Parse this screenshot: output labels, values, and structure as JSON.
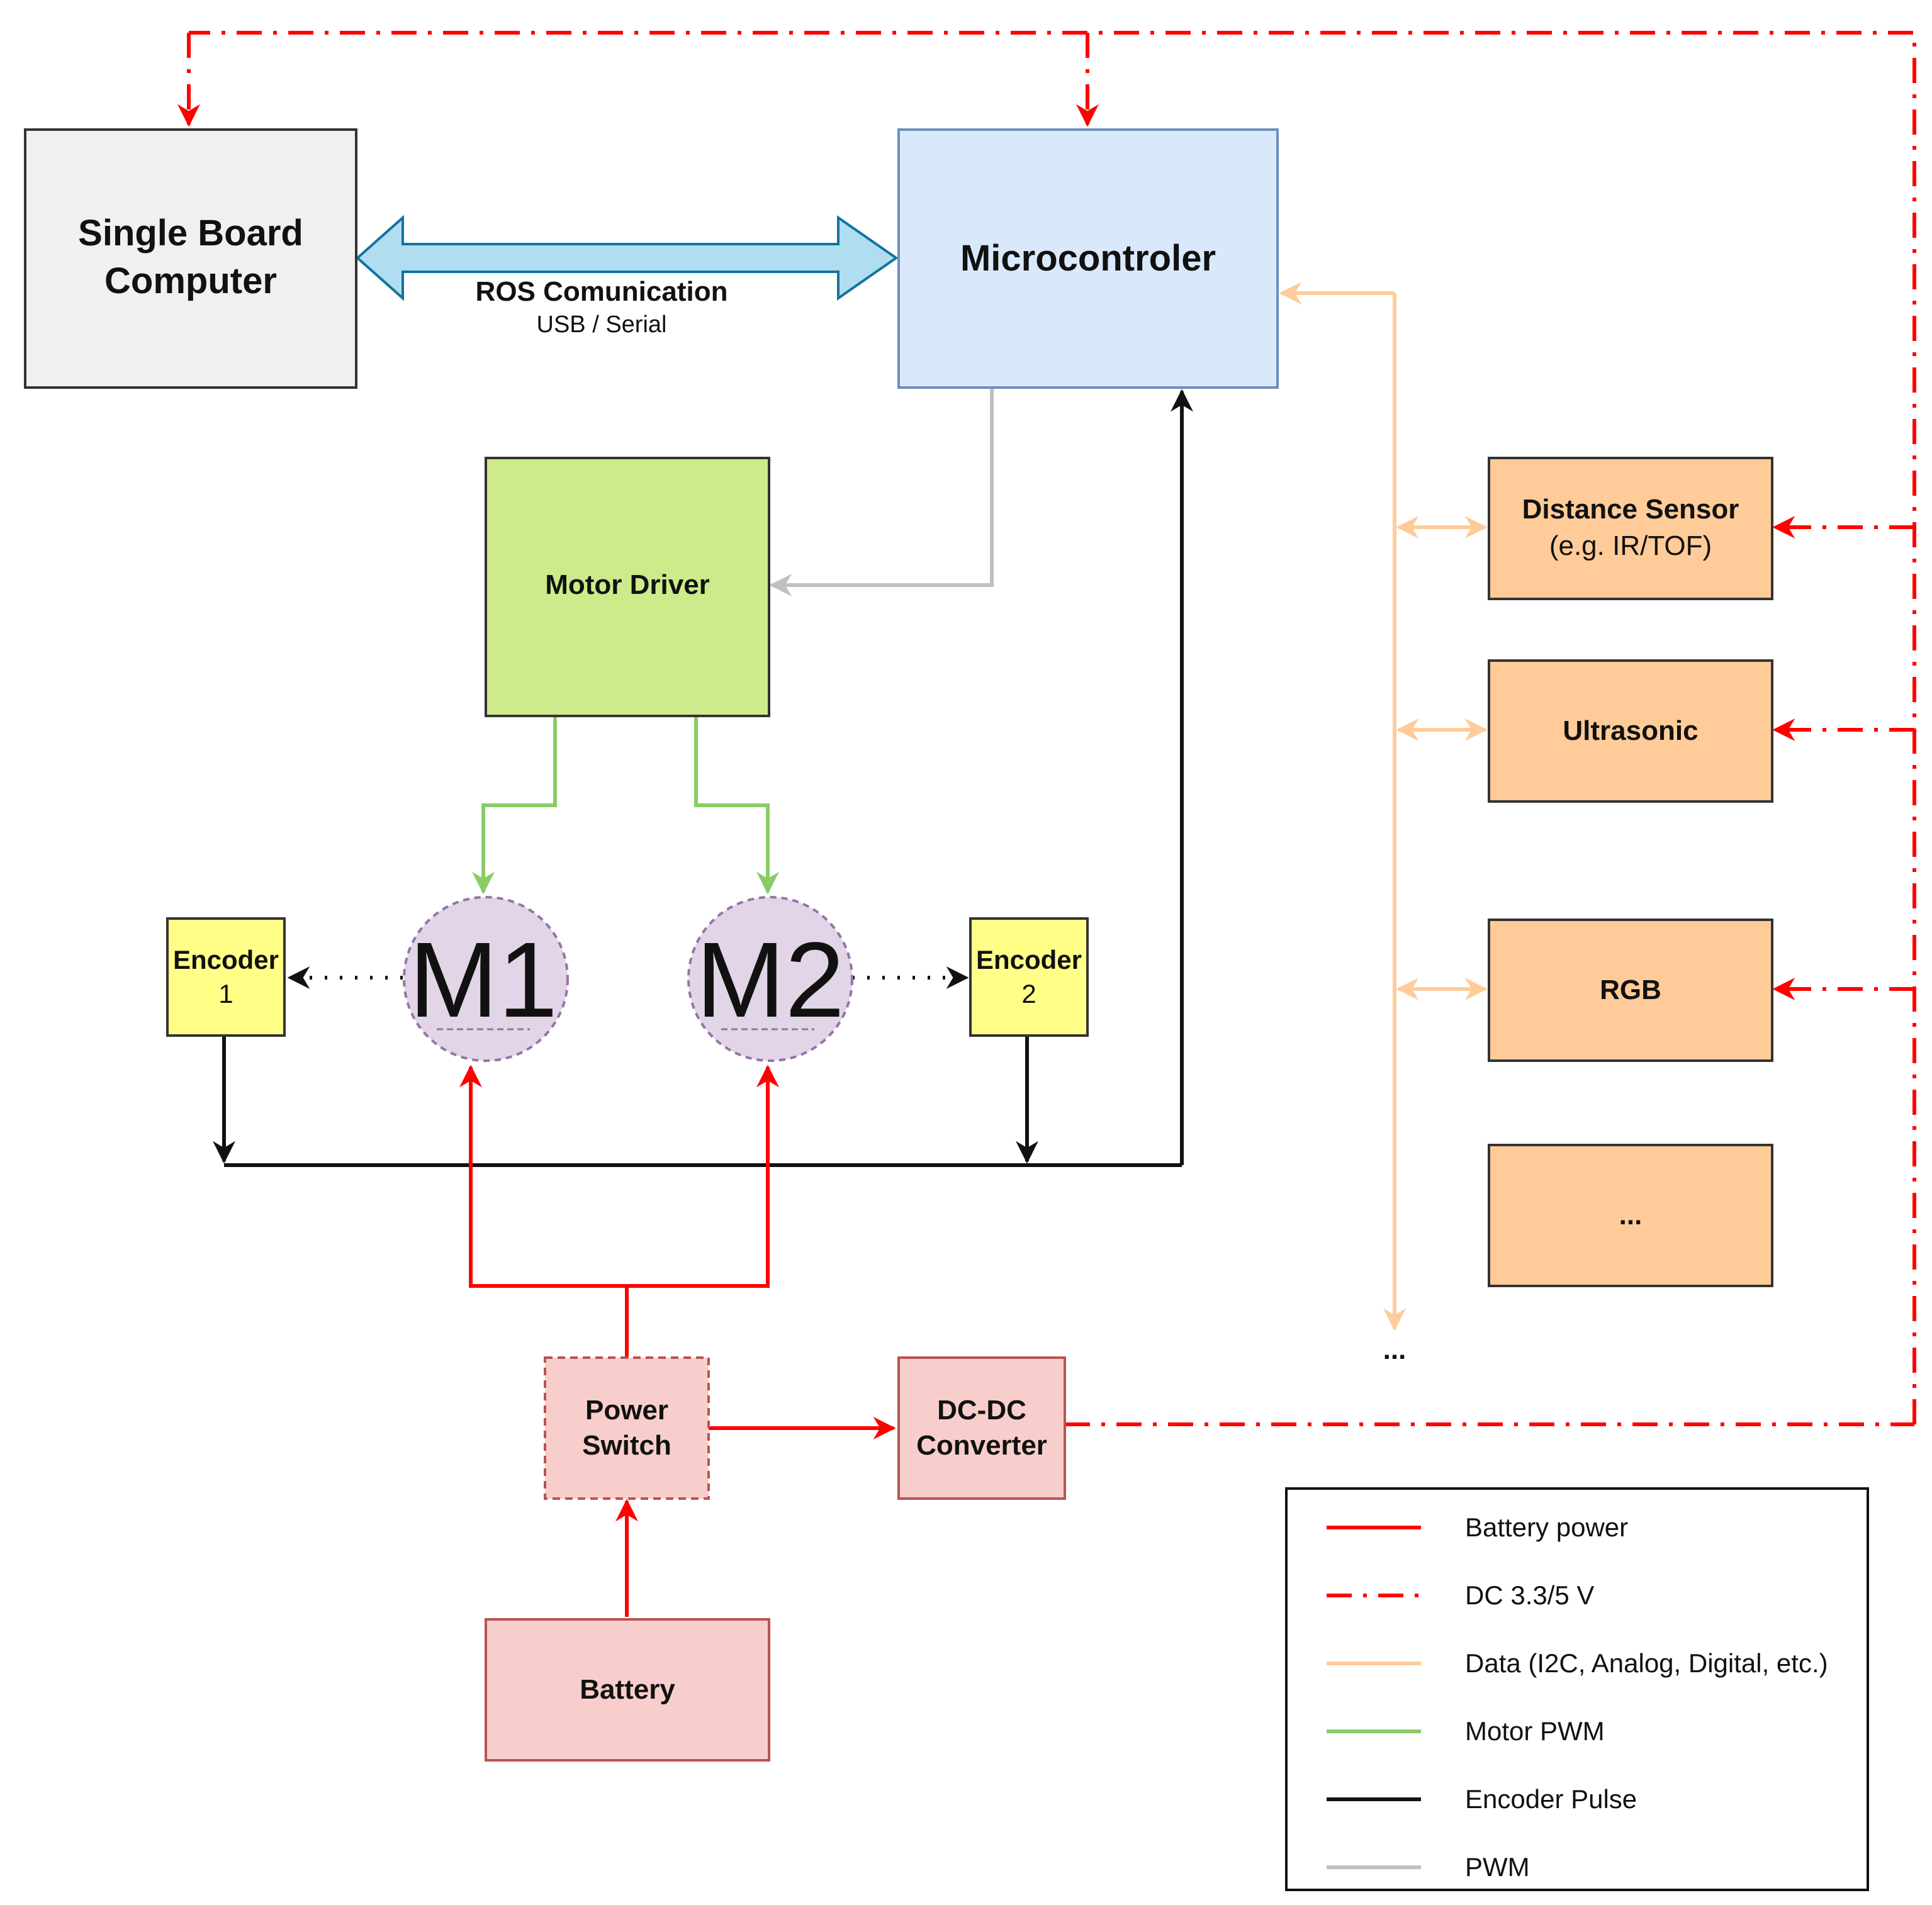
{
  "colors": {
    "battery_power": "#ff0000",
    "dc_supply": "#ff0000",
    "data": "#ffcc99",
    "motor_pwm": "#88cc66",
    "encoder_pulse": "#111111",
    "pwm": "#c0c0c0",
    "sbc_fill": "#f0f0f0",
    "mcu_fill": "#dae8fc",
    "mcu_stroke": "#6c8ebf",
    "driver_fill": "#cdeb8b",
    "encoder_fill": "#ffff88",
    "motor_fill": "#e1d5e7",
    "motor_stroke": "#9673a6",
    "power_fill": "#f8cecc",
    "power_stroke": "#b85450",
    "sensor_fill": "#ffcc99",
    "ros_link_fill": "#b1ddf0",
    "ros_link_stroke": "#10739e"
  },
  "nodes": {
    "sbc": {
      "line1": "Single Board",
      "line2": "Computer"
    },
    "mcu": {
      "label": "Microcontroler"
    },
    "motor_driver": {
      "label": "Motor Driver"
    },
    "encoder1": {
      "line1": "Encoder",
      "line2": "1"
    },
    "encoder2": {
      "line1": "Encoder",
      "line2": "2"
    },
    "m1": {
      "label": "M1"
    },
    "m2": {
      "label": "M2"
    },
    "distance_sensor": {
      "line1": "Distance Sensor",
      "line2": "(e.g. IR/TOF)"
    },
    "ultrasonic": {
      "label": "Ultrasonic"
    },
    "rgb": {
      "label": "RGB"
    },
    "more_sensors": {
      "label": "..."
    },
    "power_switch": {
      "line1": "Power",
      "line2": "Switch"
    },
    "dcdc": {
      "line1": "DC-DC",
      "line2": "Converter"
    },
    "battery": {
      "label": "Battery"
    }
  },
  "links": {
    "ros_title": "ROS Comunication",
    "ros_sub": "USB / Serial",
    "data_bus_more": "..."
  },
  "legend": [
    {
      "label": "Battery power",
      "style": "solid",
      "color": "#ff0000"
    },
    {
      "label": "DC 3.3/5 V",
      "style": "dashdot",
      "color": "#ff0000"
    },
    {
      "label": "Data (I2C, Analog, Digital, etc.)",
      "style": "solid",
      "color": "#ffcc99"
    },
    {
      "label": "Motor PWM",
      "style": "solid",
      "color": "#88cc66"
    },
    {
      "label": "Encoder Pulse",
      "style": "solid",
      "color": "#111111"
    },
    {
      "label": "PWM",
      "style": "solid",
      "color": "#c0c0c0"
    }
  ]
}
